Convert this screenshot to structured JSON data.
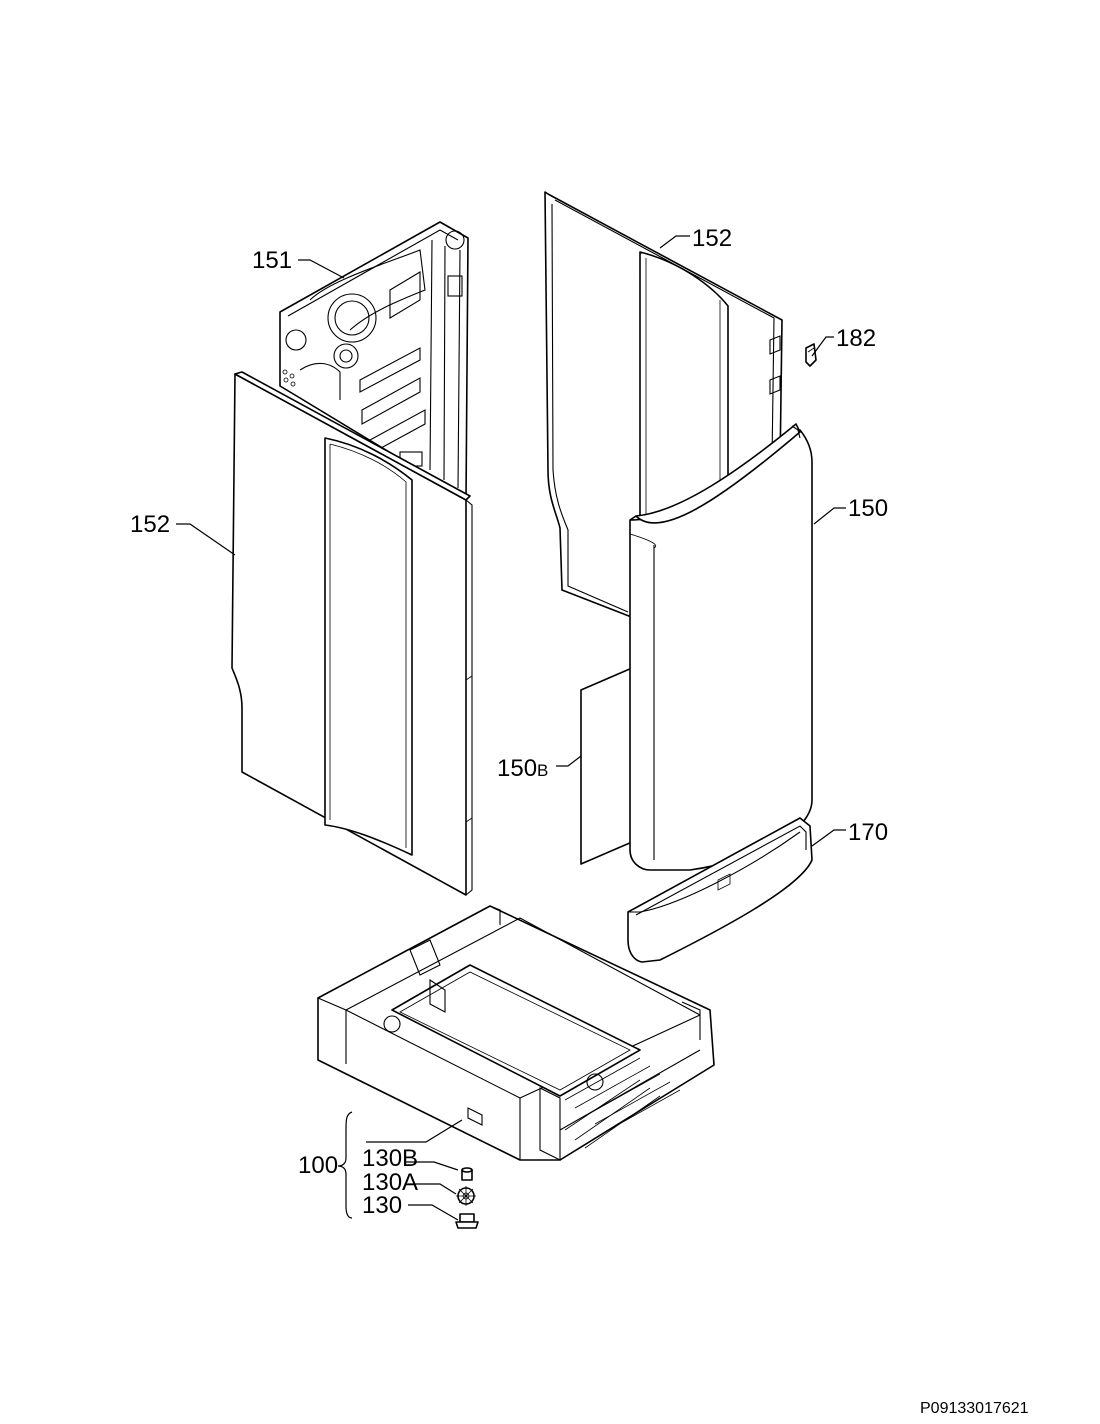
{
  "labels": {
    "back_panel": "151",
    "left_side_panel": "152",
    "right_side_panel": "152",
    "clip": "182",
    "front_panel": "150",
    "front_insulation_letter": "150",
    "front_insulation_suffix": "B",
    "plinth_cover": "170",
    "base_group": "100",
    "foot_lock": "130B",
    "foot_nut": "130A",
    "foot": "130"
  },
  "document_id": "P09133017621"
}
